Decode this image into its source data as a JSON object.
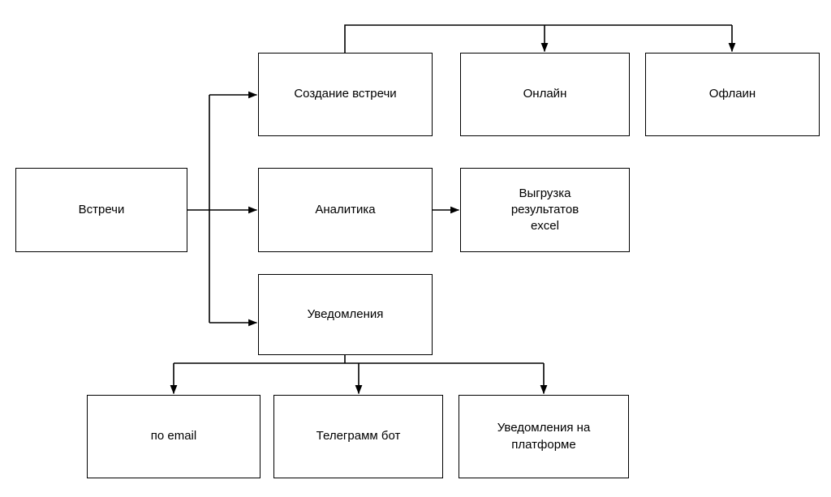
{
  "diagram": {
    "type": "flowchart",
    "colors": {
      "background": "#ffffff",
      "box_fill": "#ffffff",
      "box_border": "#000000",
      "line": "#000000",
      "text": "#000000"
    },
    "nodes": {
      "meetings": {
        "label": "Встречи"
      },
      "create": {
        "label": "Создание встречи"
      },
      "online": {
        "label": "Онлайн"
      },
      "offline": {
        "label": "Офлаин"
      },
      "analytics": {
        "label": "Аналитика"
      },
      "excel": {
        "label": "Выгрузка\nрезультатов\nexcel"
      },
      "notifications": {
        "label": "Уведомления"
      },
      "email": {
        "label": "по email"
      },
      "telegram": {
        "label": "Телеграмм бот"
      },
      "platform": {
        "label": "Уведомления на\nплатформе"
      }
    },
    "edges": [
      {
        "from": "Встречи",
        "to": "Создание встречи"
      },
      {
        "from": "Встречи",
        "to": "Аналитика"
      },
      {
        "from": "Встречи",
        "to": "Уведомления"
      },
      {
        "from": "Создание встречи",
        "to": "Онлайн"
      },
      {
        "from": "Создание встречи",
        "to": "Офлаин"
      },
      {
        "from": "Аналитика",
        "to": "Выгрузка результатов excel"
      },
      {
        "from": "Уведомления",
        "to": "по email"
      },
      {
        "from": "Уведомления",
        "to": "Телеграмм бот"
      },
      {
        "from": "Уведомления",
        "to": "Уведомления на платформе"
      }
    ]
  }
}
